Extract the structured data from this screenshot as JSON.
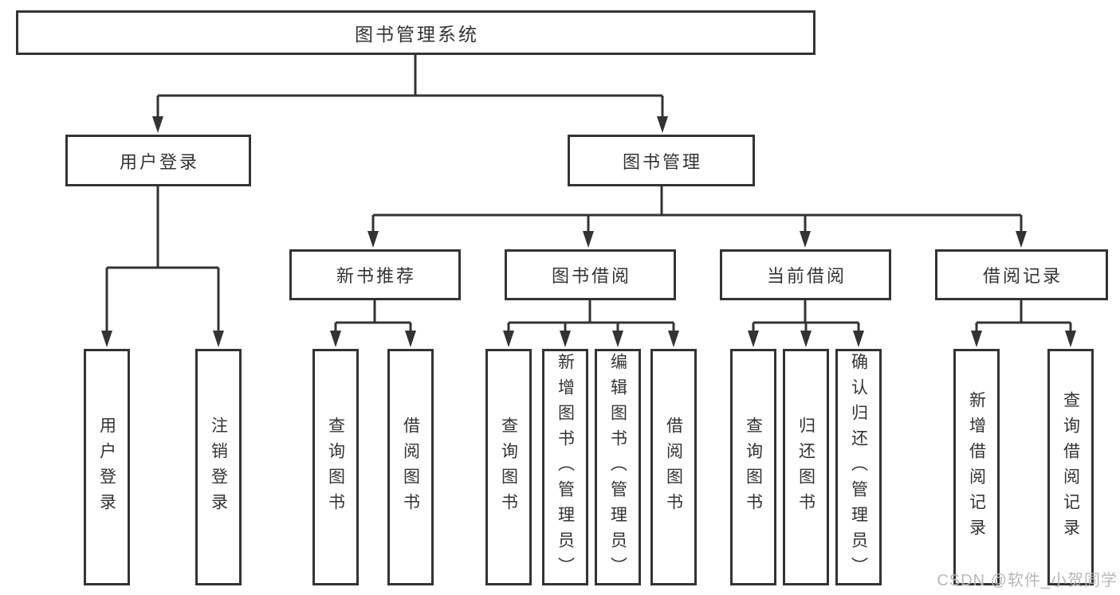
{
  "diagram": {
    "root": {
      "label": "图书管理系统",
      "children": [
        {
          "label": "用户登录",
          "children": [
            {
              "label": "用户登录"
            },
            {
              "label": "注销登录"
            }
          ]
        },
        {
          "label": "图书管理",
          "children": [
            {
              "label": "新书推荐",
              "children": [
                {
                  "label": "查询图书"
                },
                {
                  "label": "借阅图书"
                }
              ]
            },
            {
              "label": "图书借阅",
              "children": [
                {
                  "label": "查询图书"
                },
                {
                  "label": "新增图书（管理员）"
                },
                {
                  "label": "编辑图书（管理员）"
                },
                {
                  "label": "借阅图书"
                }
              ]
            },
            {
              "label": "当前借阅",
              "children": [
                {
                  "label": "查询图书"
                },
                {
                  "label": "归还图书"
                },
                {
                  "label": "确认归还（管理员）"
                }
              ]
            },
            {
              "label": "借阅记录",
              "children": [
                {
                  "label": "新增借阅记录"
                },
                {
                  "label": "查询借阅记录"
                }
              ]
            }
          ]
        }
      ]
    }
  },
  "watermark": {
    "text": "CSDN @软件_小贺同学"
  },
  "colors": {
    "line": "#333333",
    "text": "#333333",
    "box_background": "#ffffff",
    "background": "#ffffff",
    "watermark": "#b8b8b8"
  }
}
